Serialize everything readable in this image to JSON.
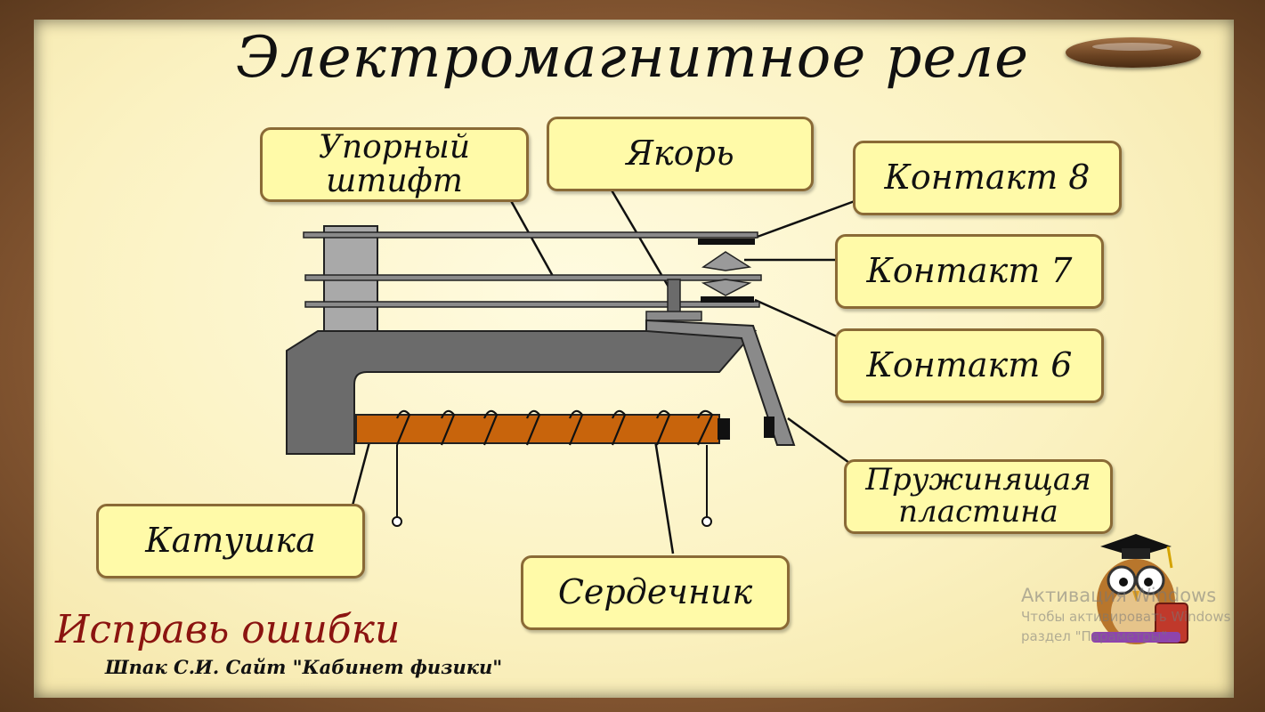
{
  "title": "Электромагнитное реле",
  "labels": {
    "stop_pin_line1": "Упорный",
    "stop_pin_line2": "штифт",
    "armature": "Якорь",
    "contact8": "Контакт 8",
    "contact7": "Контакт 7",
    "contact6": "Контакт 6",
    "spring_plate_line1": "Пружинящая",
    "spring_plate_line2": "пластина",
    "coil": "Катушка",
    "core": "Сердечник"
  },
  "footer": {
    "task": "Исправь ошибки",
    "author": "Шпак С.И. Сайт \"Кабинет физики\""
  },
  "watermark": {
    "line1": "Активация Windows",
    "line2": "Чтобы активировать Windows",
    "line3": "раздел \"Параметры\"."
  },
  "colors": {
    "label_fill": "#fffaa8",
    "core": "#c8640c",
    "yoke": "#6b6b6b",
    "pin": "#a9a9a9",
    "footer_title": "#8b1410"
  }
}
